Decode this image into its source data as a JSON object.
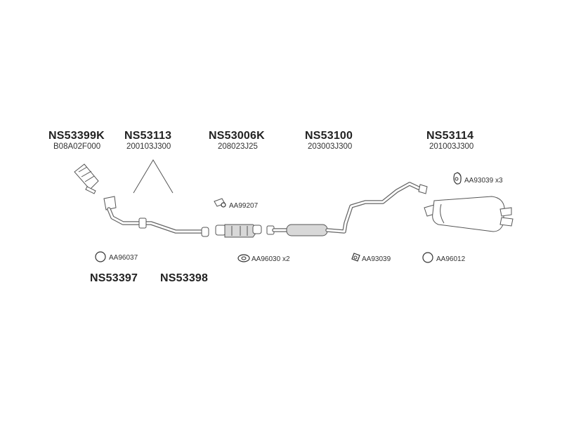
{
  "groups": [
    {
      "part_number": "NS53399K",
      "oem": "B08A02F000"
    },
    {
      "part_number": "NS53113",
      "oem": "200103J300"
    },
    {
      "part_number": "NS53006K",
      "oem": "208023J25"
    },
    {
      "part_number": "NS53100",
      "oem": "203003J300"
    },
    {
      "part_number": "NS53114",
      "oem": "201003J300"
    }
  ],
  "bottom_parts": [
    "NS53397",
    "NS53398"
  ],
  "small_parts": [
    {
      "code": "AA99207",
      "qty": ""
    },
    {
      "code": "AA96037",
      "qty": ""
    },
    {
      "code": "AA96030",
      "qty": "x2"
    },
    {
      "code": "AA93039",
      "qty": ""
    },
    {
      "code": "AA96012",
      "qty": ""
    },
    {
      "code": "AA93039",
      "qty": "x3"
    }
  ]
}
